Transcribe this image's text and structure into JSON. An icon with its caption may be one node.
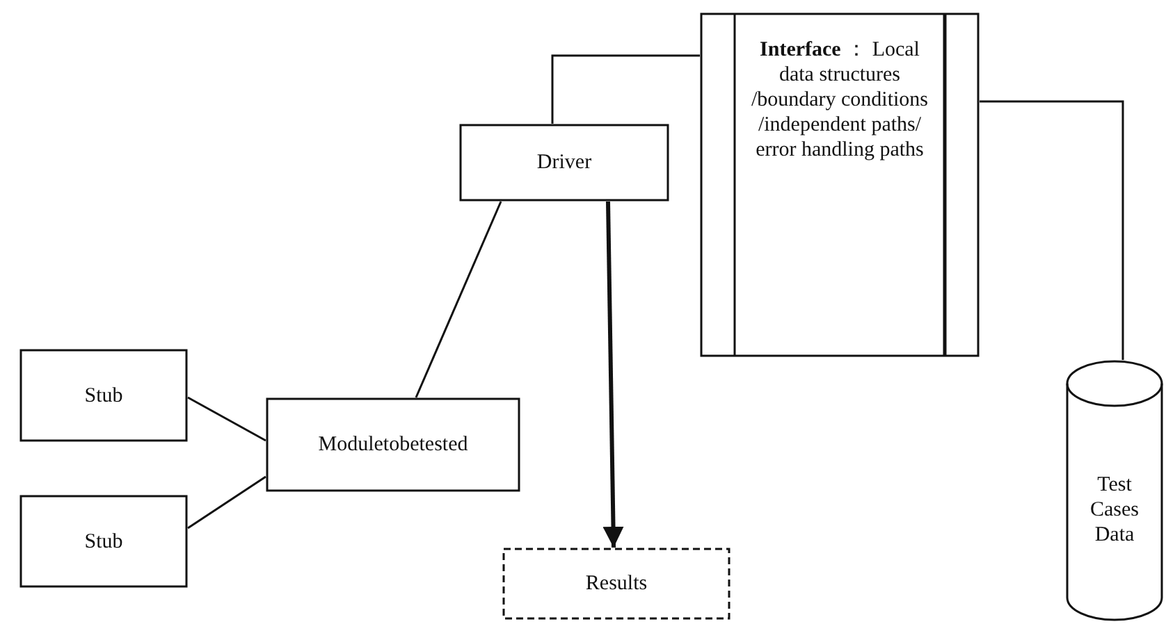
{
  "diagram": {
    "nodes": [
      {
        "text": [
          "Driver"
        ]
      },
      {
        "text": [
          "**Interface** ： Local data structures /boundary conditions /independent paths/ error handling paths"
        ]
      },
      {
        "text": [
          "Stub"
        ]
      },
      {
        "text": [
          "Moduletobetested"
        ]
      },
      {
        "text": [
          "Stub"
        ]
      },
      {
        "text": [
          "Results"
        ]
      },
      {
        "text": [
          "Test Cases Data"
        ]
      }
    ],
    "edges": [
      {
        "from": 3,
        "to": 0,
        "arrow": "none"
      },
      {
        "from": 0,
        "to": 1,
        "arrow": "none"
      },
      {
        "from": 2,
        "to": 3,
        "arrow": "none"
      },
      {
        "from": 4,
        "to": 3,
        "arrow": "none"
      },
      {
        "from": 0,
        "to": 5,
        "arrow": "to",
        "style": "thick"
      },
      {
        "from": 1,
        "to": 6,
        "arrow": "none"
      }
    ]
  }
}
